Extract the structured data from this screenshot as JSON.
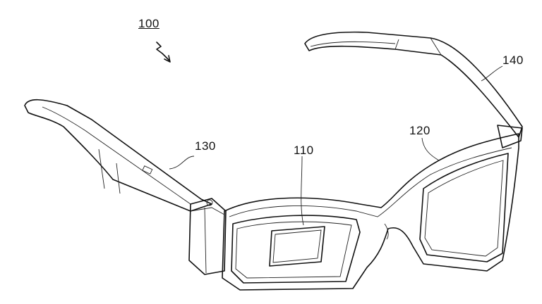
{
  "figure": {
    "labels": {
      "device": "100",
      "display": "110",
      "frame": "120",
      "left_temple": "130",
      "right_temple": "140"
    }
  }
}
